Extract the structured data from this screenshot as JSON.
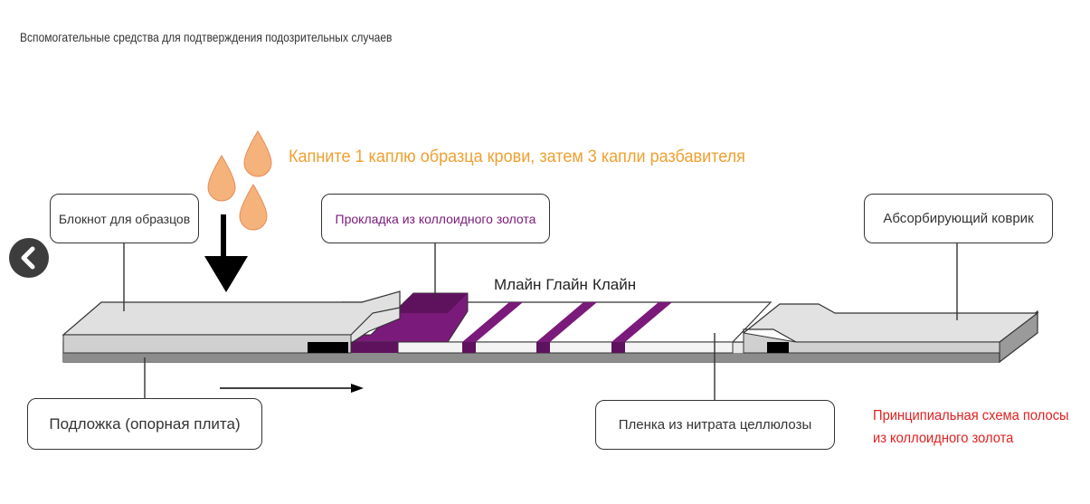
{
  "page_title": "Вспомогательные средства для подтверждения подозрительных случаев",
  "instruction": "Капните 1 каплю образца крови, затем 3 капли разбавителя",
  "labels": {
    "sample_pad": "Блокнот для образцов",
    "colloidal_gold_pad": "Прокладка из коллоидного золота",
    "absorbent_pad": "Абсорбирующий коврик",
    "backing": "Подложка (опорная плита)",
    "nitrocellulose": "Пленка из нитрата целлюлозы"
  },
  "test_lines": [
    "Млайн",
    "Глайн",
    "Клайн"
  ],
  "caption": {
    "line1": "Принципиальная схема полосы",
    "line2": "из коллоидного золота"
  },
  "colors": {
    "drop": "#f5b27a",
    "instruction": "#f0a030",
    "gold_pad": "#7a1a7a",
    "pad_top": "#dedede",
    "caption": "#e02020"
  },
  "icons": {
    "drop": "blood-drop-icon",
    "arrow_down": "arrow-down-icon",
    "flow_arrow": "flow-direction-arrow-icon",
    "prev": "chevron-left-icon"
  }
}
